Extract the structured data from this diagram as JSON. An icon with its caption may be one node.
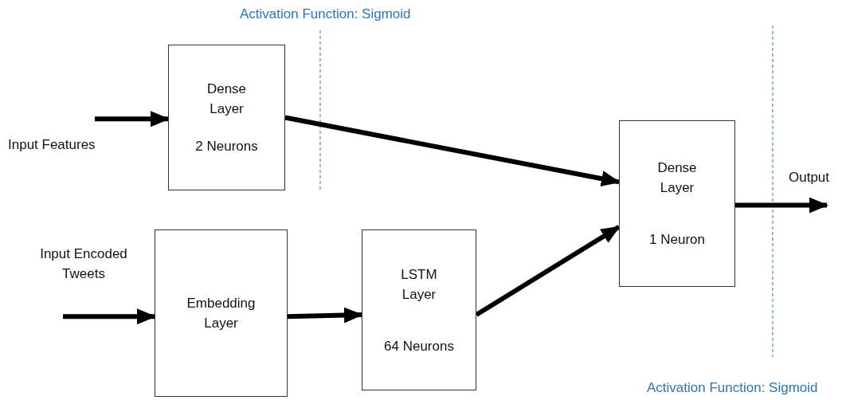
{
  "diagram": {
    "nodes": [
      {
        "text": [
          "Dense Layer",
          "2 Neurons"
        ]
      },
      {
        "text": [
          "Embedding Layer"
        ]
      },
      {
        "text": [
          "LSTM Layer",
          "64 Neurons"
        ]
      },
      {
        "text": [
          "Dense Layer",
          "1 Neuron"
        ]
      }
    ],
    "edges": [
      {
        "from": null,
        "to": 0,
        "arrow": "to"
      },
      {
        "from": 0,
        "to": 3,
        "arrow": "to"
      },
      {
        "from": null,
        "to": 1,
        "arrow": "to"
      },
      {
        "from": 1,
        "to": 2,
        "arrow": "to"
      },
      {
        "from": 2,
        "to": 3,
        "arrow": "to"
      },
      {
        "from": 3,
        "to": null,
        "arrow": "to"
      }
    ],
    "labels": [
      "Activation Function: Sigmoid",
      "Input Features",
      "Output",
      "Input Encoded Tweets",
      "Activation Function: Sigmoid"
    ]
  }
}
